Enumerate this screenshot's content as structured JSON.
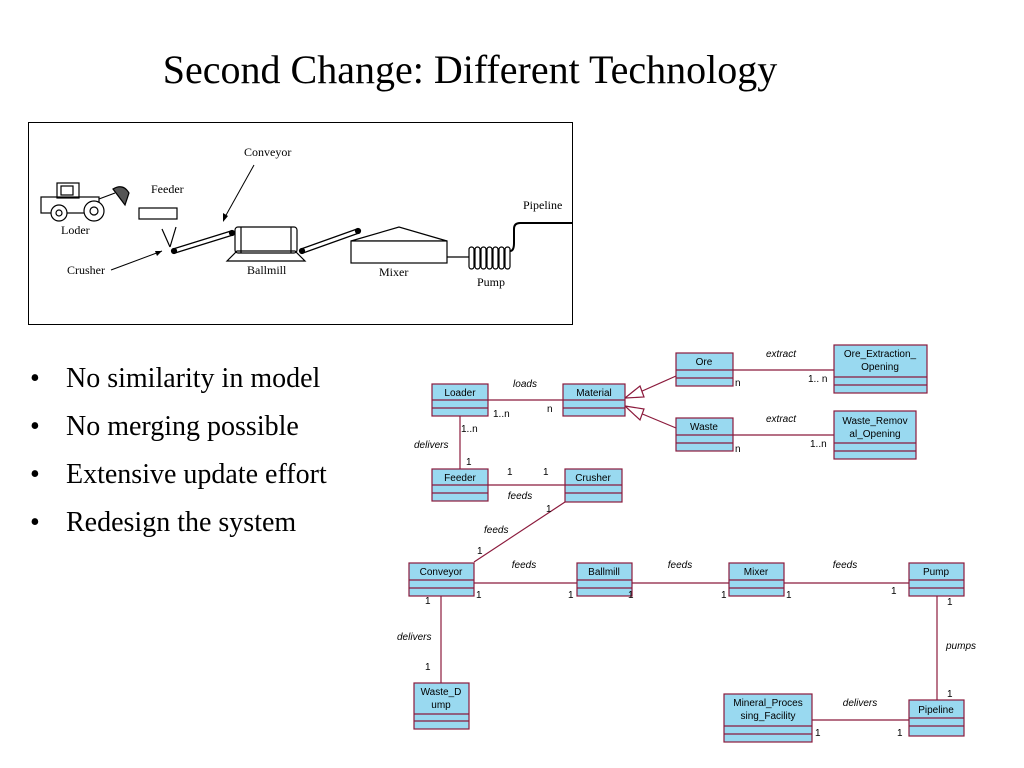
{
  "slide": {
    "title": "Second Change: Different Technology",
    "bullets": [
      "No similarity in model",
      "No merging possible",
      "Extensive update effort",
      "Redesign the system"
    ]
  },
  "plant_figure": {
    "labels": {
      "conveyor": "Conveyor",
      "feeder": "Feeder",
      "loder": "Loder",
      "crusher": "Crusher",
      "ballmill": "Ballmill",
      "mixer": "Mixer",
      "pump": "Pump",
      "pipeline": "Pipeline"
    }
  },
  "uml": {
    "classes": {
      "ore": [
        "Ore"
      ],
      "ore_extraction": [
        "Ore_Extraction_",
        "Opening"
      ],
      "loader": [
        "Loader"
      ],
      "material": [
        "Material"
      ],
      "waste": [
        "Waste"
      ],
      "waste_removal": [
        "Waste_Remov",
        "al_Opening"
      ],
      "feeder": [
        "Feeder"
      ],
      "crusher": [
        "Crusher"
      ],
      "conveyor": [
        "Conveyor"
      ],
      "ballmill": [
        "Ballmill"
      ],
      "mixer": [
        "Mixer"
      ],
      "pump": [
        "Pump"
      ],
      "waste_dump": [
        "Waste_D",
        "ump"
      ],
      "mineral_processing": [
        "Mineral_Proces",
        "sing_Facility"
      ],
      "pipeline": [
        "Pipeline"
      ]
    },
    "associations": {
      "ore_extract": {
        "label": "extract",
        "src_mult": "n",
        "dst_mult": "1.. n"
      },
      "waste_extract": {
        "label": "extract",
        "src_mult": "n",
        "dst_mult": "1..n"
      },
      "loads": {
        "label": "loads",
        "src_mult": "1..n",
        "dst_mult": "n"
      },
      "loader_delivers": {
        "label": "delivers",
        "src_mult": "1..n",
        "dst_mult": "1"
      },
      "feeder_feeds": {
        "label": "feeds",
        "src_mult": "1",
        "dst_mult": "1"
      },
      "crusher_feeds": {
        "label": "feeds",
        "src_mult": "1",
        "dst_mult": "1"
      },
      "conveyor_feeds": {
        "label": "feeds",
        "src_mult": "1",
        "dst_mult": "1"
      },
      "ballmill_feeds": {
        "label": "feeds",
        "src_mult": "1",
        "dst_mult": "1"
      },
      "mixer_feeds": {
        "label": "feeds",
        "src_mult": "1",
        "dst_mult": "1"
      },
      "conveyor_delivers": {
        "label": "delivers",
        "src_mult": "1",
        "dst_mult": "1"
      },
      "pumps": {
        "label": "pumps",
        "src_mult": "1",
        "dst_mult": "1"
      },
      "pipeline_delivers": {
        "label": "delivers",
        "src_mult": "1",
        "dst_mult": "1"
      }
    }
  }
}
